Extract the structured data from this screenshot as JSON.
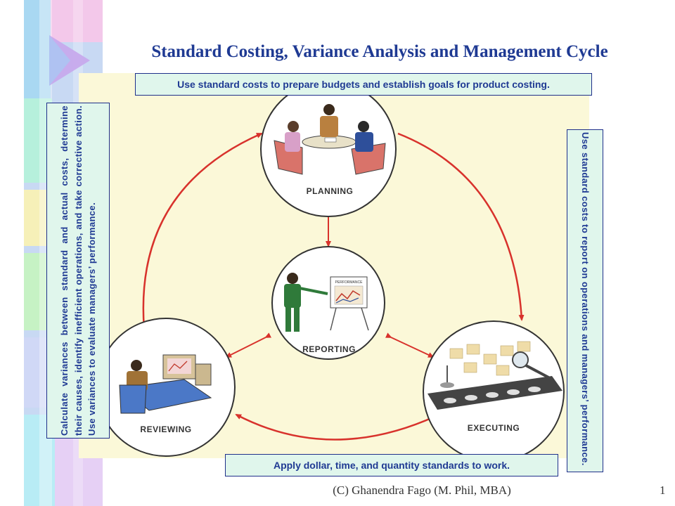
{
  "title": "Standard Costing, Variance Analysis and Management Cycle",
  "captions": {
    "top": "Use standard costs to prepare budgets and establish goals for product costing.",
    "left": "Calculate variances between standard and actual costs, determine their causes, identify inefficient operations, and take corrective action. Use variances to evaluate managers’ performance.",
    "right": "Use standard costs to report on operations and managers’ performance.",
    "bottom": "Apply dollar, time, and quantity standards to work."
  },
  "nodes": {
    "planning": "PLANNING",
    "reporting": "REPORTING",
    "reviewing": "REVIEWING",
    "executing": "EXECUTING",
    "board_label": "PERFORMANCE"
  },
  "footer": {
    "credit": "(C) Ghanendra Fago (M. Phil, MBA)",
    "page": "1"
  },
  "colors": {
    "title": "#1f3a93",
    "arrow": "#d8322c",
    "panel": "#fbf8d8",
    "caption_bg": "#e0f6ec"
  }
}
